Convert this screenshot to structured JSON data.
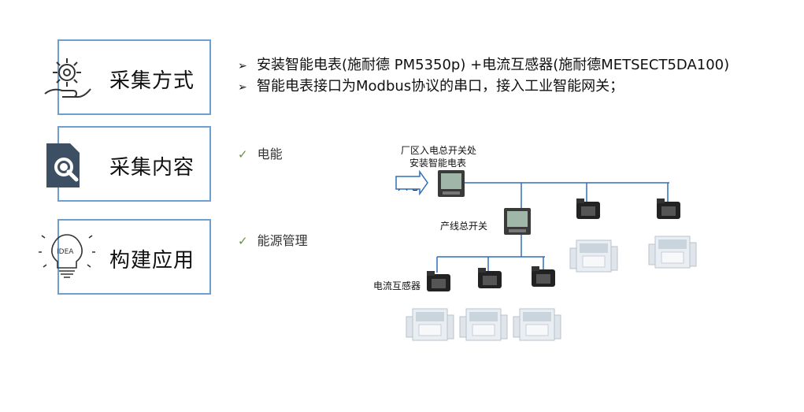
{
  "sections": [
    {
      "label": "采集方式",
      "icon": "gear-hand-icon"
    },
    {
      "label": "采集内容",
      "icon": "document-search-icon"
    },
    {
      "label": "构建应用",
      "icon": "idea-bulb-icon"
    }
  ],
  "icon_text": {
    "idea": "IDEA"
  },
  "bullets": [
    "安装智能电表(施耐德 PM5350p) +电流互感器(施耐德METSECT5DA100)",
    "智能电表接口为Modbus协议的串口，接入工业智能网关；"
  ],
  "checks": [
    "电能",
    "能源管理"
  ],
  "diagram": {
    "main_label_line1": "厂区入电总开关处",
    "main_label_line2": "安装智能电表",
    "input_label": "入电",
    "branch_label": "产线总开关",
    "ct_label": "电流互感器"
  },
  "colors": {
    "border": "#6f9fd0",
    "line": "#2f6fb5",
    "check": "#6a8f3b"
  }
}
